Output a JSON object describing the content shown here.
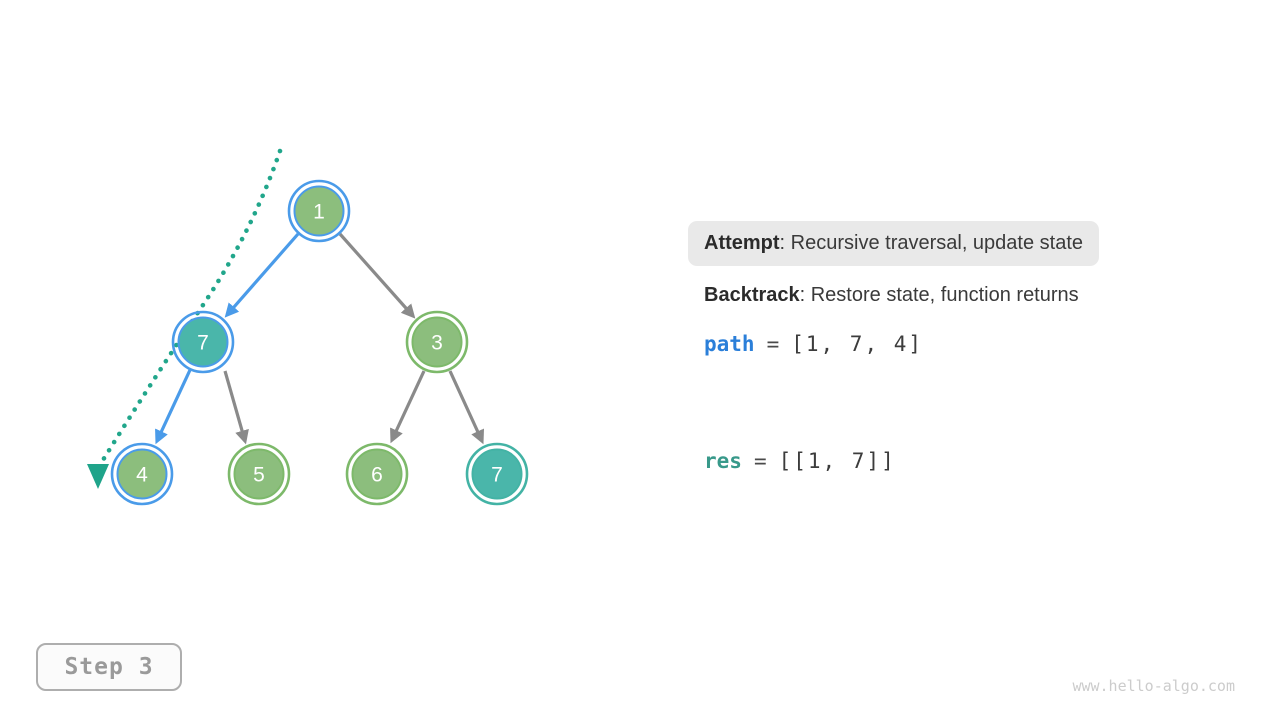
{
  "tree": {
    "nodes": [
      {
        "id": "root",
        "value": "1",
        "fill": "green",
        "ring": "blue"
      },
      {
        "id": "left-child",
        "value": "7",
        "fill": "teal",
        "ring": "blue"
      },
      {
        "id": "right-child",
        "value": "3",
        "fill": "green",
        "ring": "green"
      },
      {
        "id": "leaf-4",
        "value": "4",
        "fill": "green",
        "ring": "blue"
      },
      {
        "id": "leaf-5",
        "value": "5",
        "fill": "green",
        "ring": "green"
      },
      {
        "id": "leaf-6",
        "value": "6",
        "fill": "green",
        "ring": "green"
      },
      {
        "id": "leaf-7",
        "value": "7",
        "fill": "teal",
        "ring": "teal"
      }
    ],
    "edges": [
      {
        "from": "1",
        "to": "7",
        "highlighted": true
      },
      {
        "from": "1",
        "to": "3",
        "highlighted": false
      },
      {
        "from": "7",
        "to": "4",
        "highlighted": true
      },
      {
        "from": "7",
        "to": "5",
        "highlighted": false
      },
      {
        "from": "3",
        "to": "6",
        "highlighted": false
      },
      {
        "from": "3",
        "to": "7",
        "highlighted": false
      }
    ]
  },
  "panel": {
    "attempt": {
      "label": "Attempt",
      "text": ": Recursive traversal, update state"
    },
    "backtrack": {
      "label": "Backtrack",
      "text": ": Restore state, function returns"
    },
    "path_line": {
      "name": "path",
      "eq": "=",
      "value": "[1, 7, 4]"
    },
    "res_line": {
      "name": "res",
      "eq": "=",
      "value": "[[1, 7]]"
    }
  },
  "step_badge": {
    "label": "Step 3"
  },
  "watermark": {
    "text": "www.hello-algo.com"
  },
  "colors": {
    "node_green_fill": "#8CBE7D",
    "node_green_ring": "#7DB96A",
    "node_teal_fill": "#4AB6AA",
    "node_teal_ring": "#43B3A5",
    "highlight_blue": "#4A9BE9",
    "edge_gray": "#8A8A8A",
    "traversal_dotted_teal": "#21A68B",
    "path_var_blue": "#2B7FD9",
    "res_var_teal": "#38998A",
    "attempt_box_bg": "#E9E9E9",
    "step_badge_text": "#9A9A9A"
  }
}
